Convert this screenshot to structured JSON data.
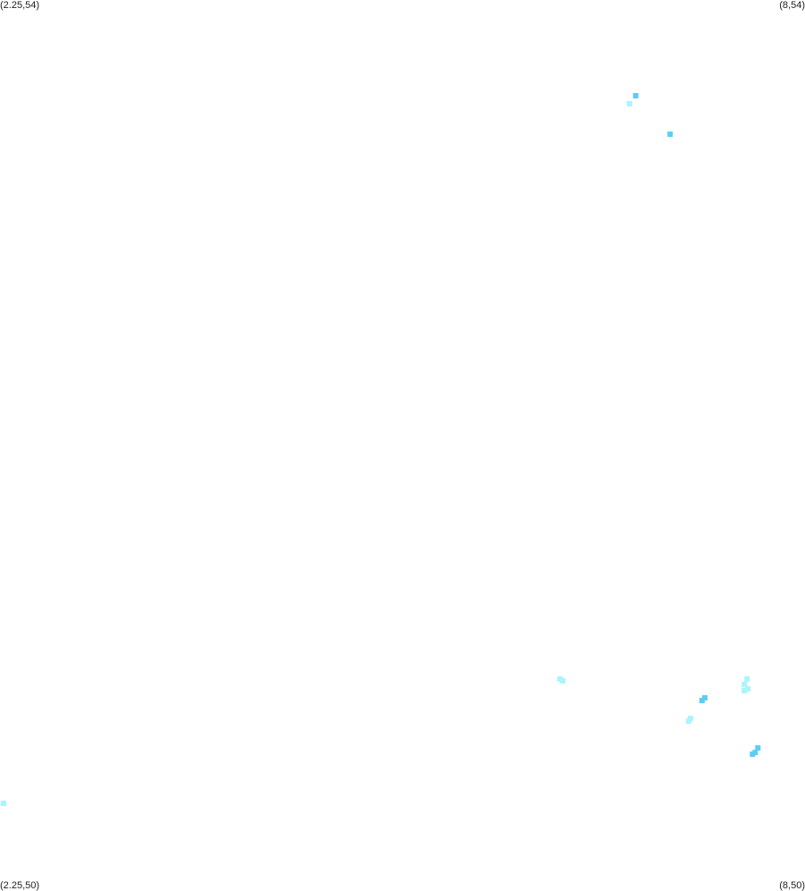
{
  "map": {
    "corners": {
      "top_left": "(2.25,54)",
      "top_right": "(8,54)",
      "bottom_left": "(2.25,50)",
      "bottom_right": "(8,50)"
    },
    "extent": {
      "lon_min": 2.25,
      "lon_max": 8,
      "lat_min": 50,
      "lat_max": 54
    },
    "colors": {
      "background": "#ffffff",
      "deep_cyan": "#5ccdf5",
      "light_cyan": "#a8f5fb",
      "label": "#222222"
    },
    "points": [
      {
        "lon": 6.7906,
        "lat": 53.5703,
        "level": "deep"
      },
      {
        "lon": 6.7463,
        "lat": 53.5342,
        "level": "light"
      },
      {
        "lon": 7.0364,
        "lat": 53.3974,
        "level": "deep"
      },
      {
        "lon": 6.2503,
        "lat": 50.9516,
        "level": "light"
      },
      {
        "lon": 6.2695,
        "lat": 50.9436,
        "level": "light"
      },
      {
        "lon": 7.5863,
        "lat": 50.9516,
        "level": "light"
      },
      {
        "lon": 7.5671,
        "lat": 50.9275,
        "level": "light"
      },
      {
        "lon": 7.5927,
        "lat": 50.9074,
        "level": "light"
      },
      {
        "lon": 7.5671,
        "lat": 50.8994,
        "level": "light"
      },
      {
        "lon": 7.2842,
        "lat": 50.8672,
        "level": "deep"
      },
      {
        "lon": 7.2649,
        "lat": 50.8552,
        "level": "deep"
      },
      {
        "lon": 7.1814,
        "lat": 50.7747,
        "level": "light"
      },
      {
        "lon": 7.1686,
        "lat": 50.7627,
        "level": "light"
      },
      {
        "lon": 7.6633,
        "lat": 50.6421,
        "level": "deep"
      },
      {
        "lon": 7.6248,
        "lat": 50.614,
        "level": "deep"
      },
      {
        "lon": 7.6441,
        "lat": 50.622,
        "level": "deep"
      },
      {
        "lon": 2.2757,
        "lat": 50.3936,
        "level": "light"
      }
    ]
  }
}
